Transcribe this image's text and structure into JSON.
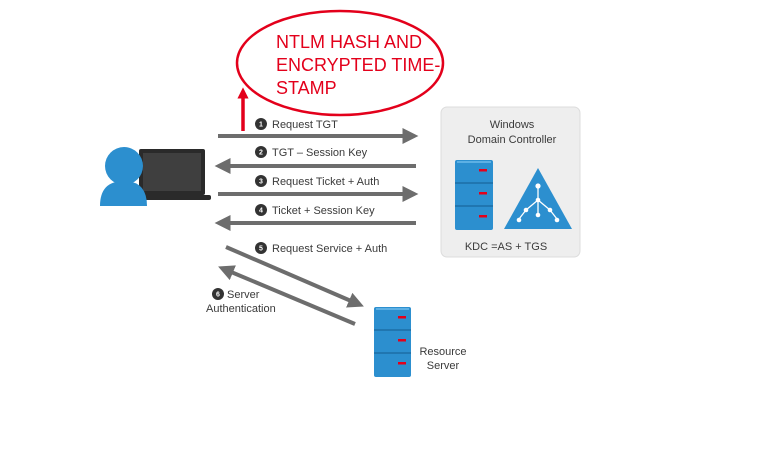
{
  "annotation": {
    "lines": [
      "NTLM HASH AND",
      "ENCRYPTED TIME-",
      "STAMP"
    ],
    "color": "#e3001b"
  },
  "domain_controller": {
    "title_lines": [
      "Windows",
      "Domain Controller"
    ],
    "caption": "KDC =AS + TGS"
  },
  "resource_server": {
    "label_lines": [
      "Resource",
      "Server"
    ]
  },
  "steps": [
    {
      "number": "1",
      "label": "Request TGT"
    },
    {
      "number": "2",
      "label": "TGT – Session Key"
    },
    {
      "number": "3",
      "label": "Request Ticket + Auth"
    },
    {
      "number": "4",
      "label": "Ticket + Session Key"
    },
    {
      "number": "5",
      "label": "Request Service + Auth"
    },
    {
      "number": "6",
      "label_lines": [
        "Server",
        "Authentication"
      ]
    }
  ],
  "icons": {
    "user": "user-at-laptop-icon",
    "dc_server": "server-icon",
    "dc_network": "network-tree-icon",
    "resource_server": "server-icon"
  },
  "colors": {
    "arrow": "#6d6d6d",
    "icon_blue": "#2c8fcf",
    "panel_bg": "#eeeeee",
    "highlight": "#e3001b"
  }
}
